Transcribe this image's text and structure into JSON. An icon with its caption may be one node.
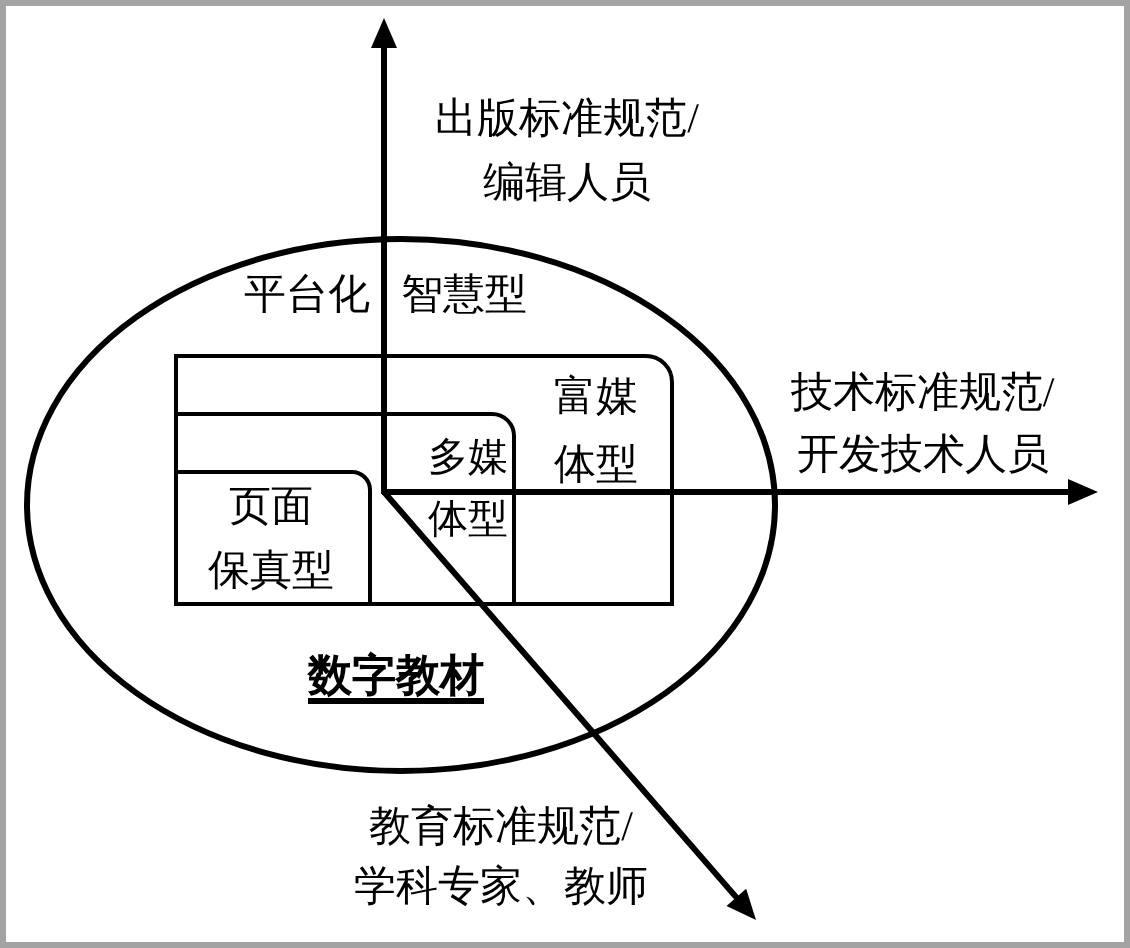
{
  "diagram": {
    "nodes": [
      {
        "text": [
          "平台化 智慧型",
          "数字教材"
        ]
      },
      {
        "text": [
          "富媒体型"
        ],
        "in": 0
      },
      {
        "text": [
          "多媒体型"
        ],
        "in": 1
      },
      {
        "text": [
          "页面保真型"
        ],
        "in": 2
      }
    ],
    "labels": [
      "出版标准规范/编辑人员",
      "技术标准规范/开发技术人员",
      "教育标准规范/学科专家、教师"
    ]
  }
}
